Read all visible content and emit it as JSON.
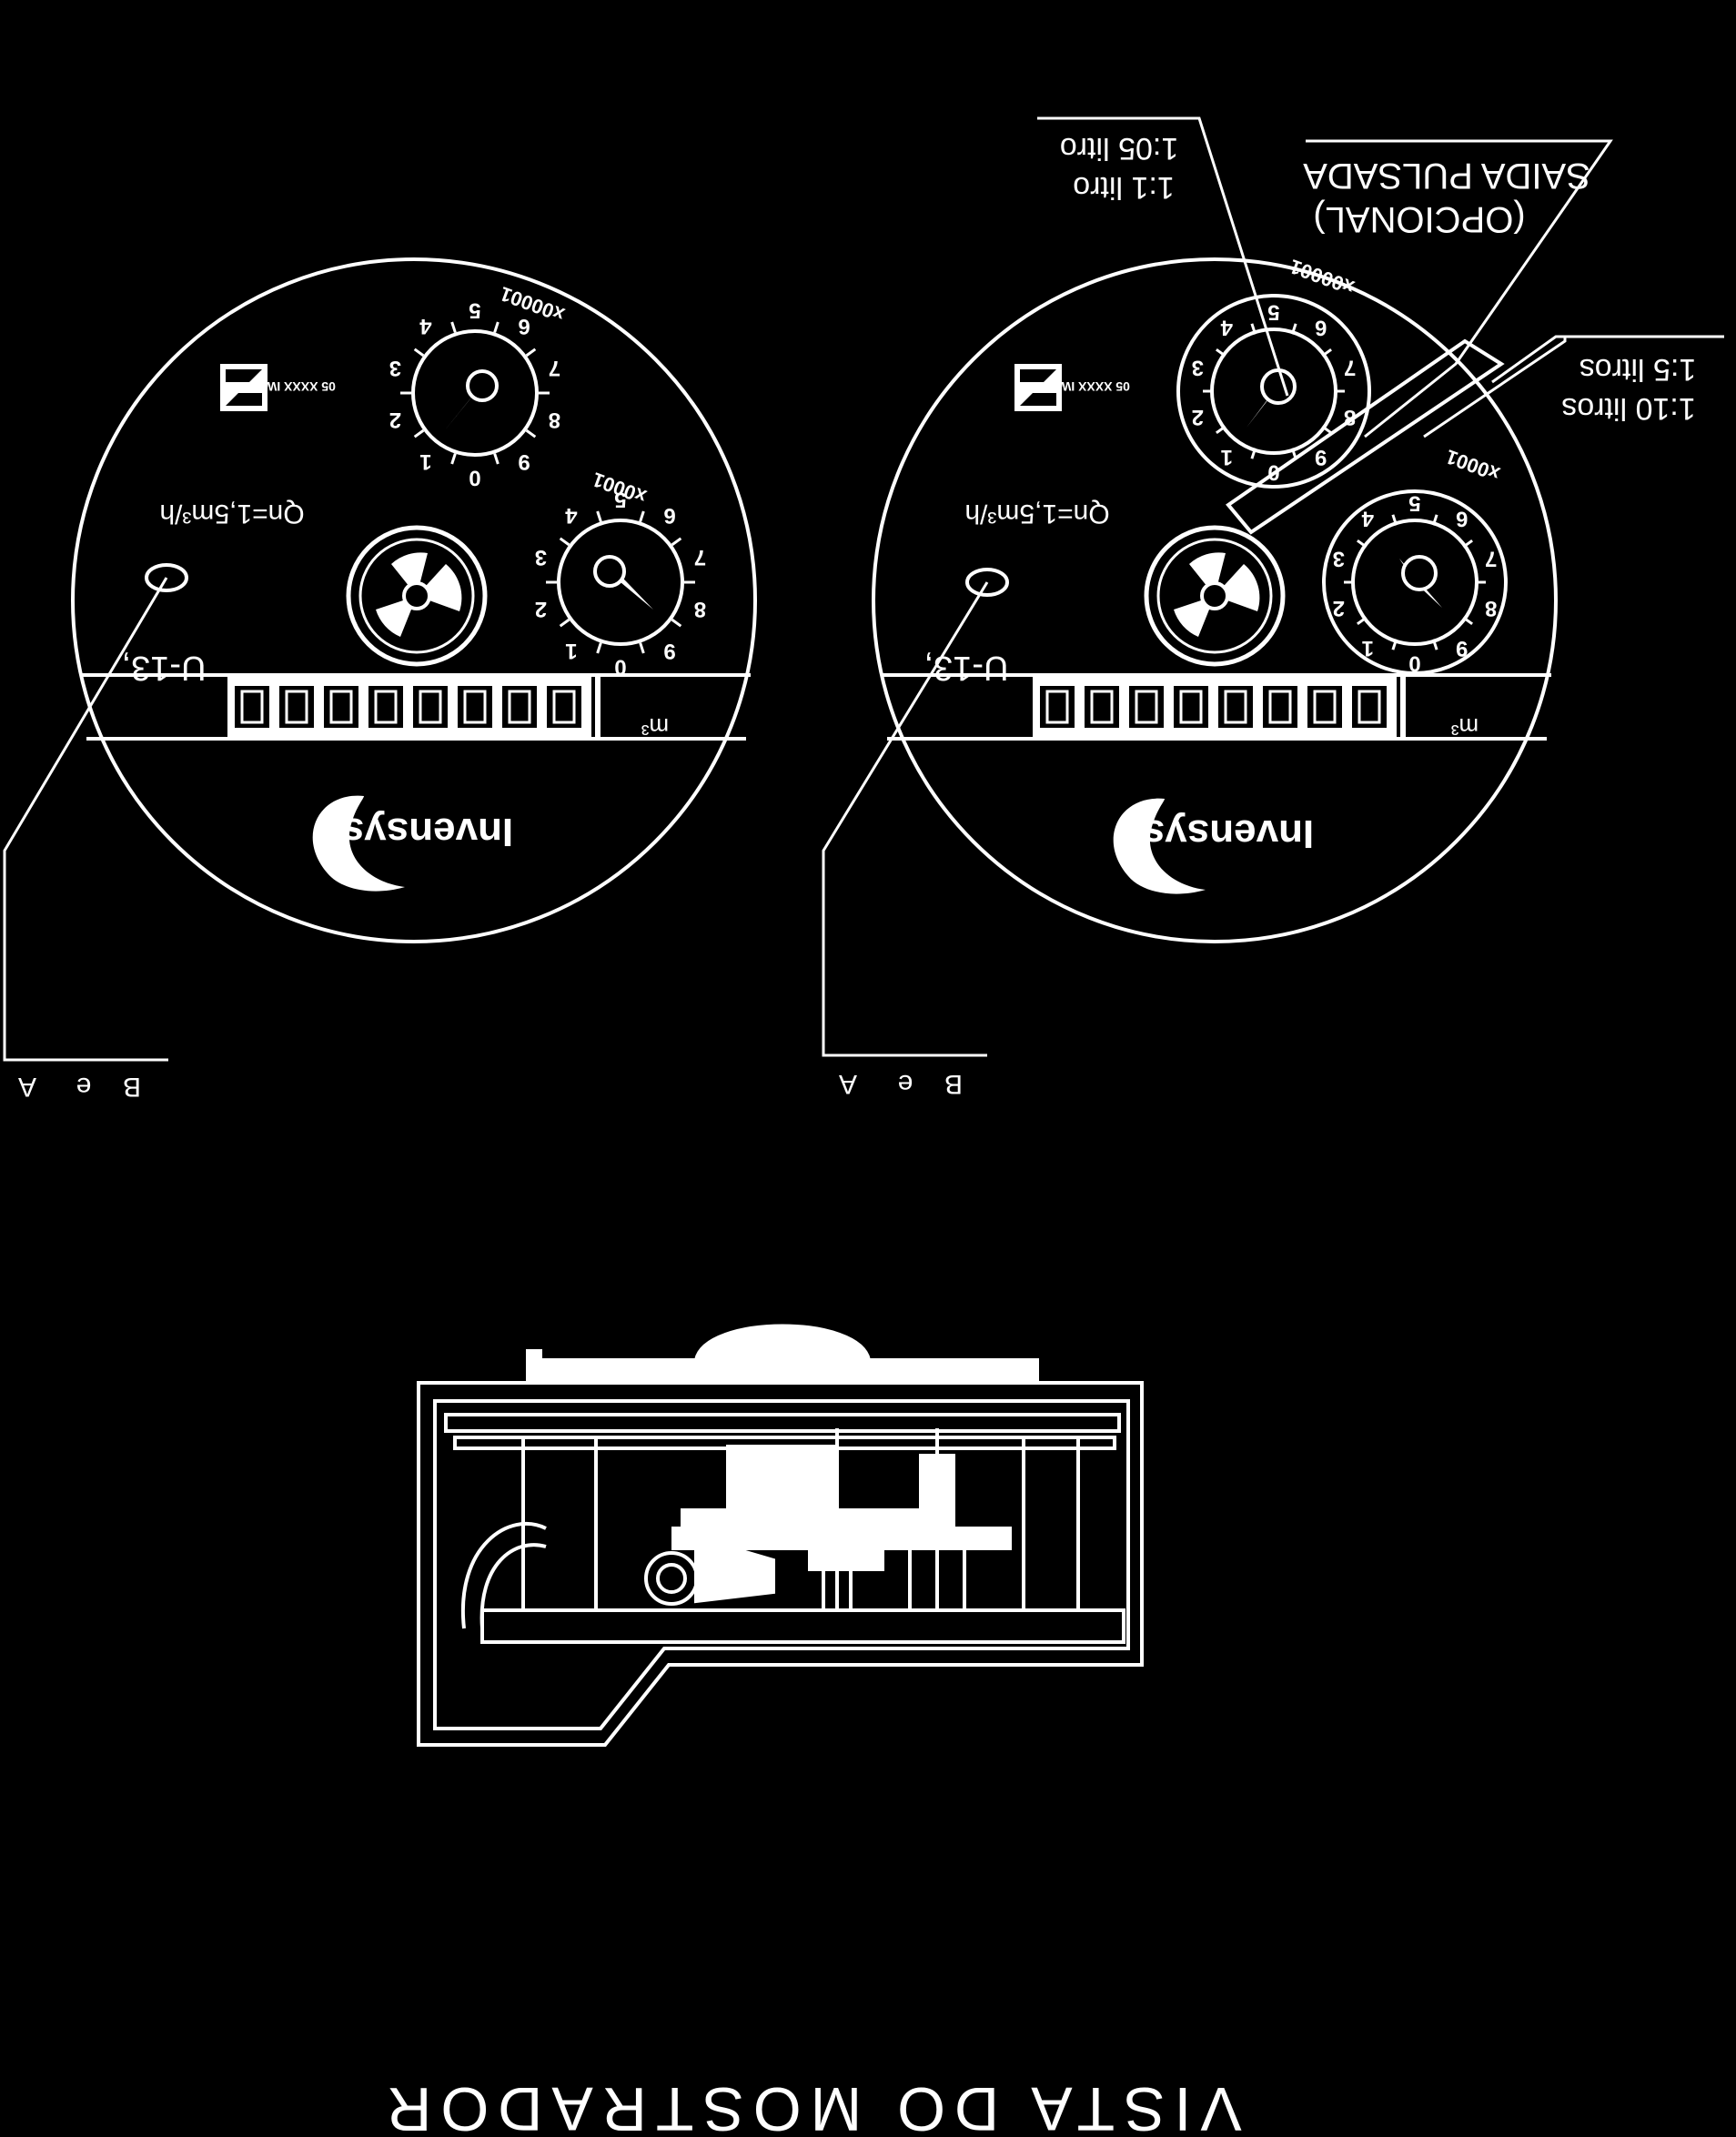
{
  "page": {
    "title": "VISTA DO MOSTRADOR"
  },
  "left_dial": {
    "brand": "Invensys",
    "model": "U-13,",
    "flow_rate": "Qn=1,5m³/h",
    "unit": "m³",
    "maker_code": "05 XXXX IW",
    "dial_x0001_label": "x0001",
    "dial_x00001_label": "x00001",
    "wiring_label_a": "A",
    "wiring_label_e": "e",
    "wiring_label_b": "B"
  },
  "right_dial": {
    "brand": "Invensys",
    "model": "U-13,",
    "flow_rate": "Qn=1,5m³/h",
    "unit": "m³",
    "maker_code": "05 XXXX IW",
    "dial_x0001_label": "x0001",
    "dial_x00001_label": "x00001",
    "wiring_label_a": "A",
    "wiring_label_e": "e",
    "wiring_label_b": "B"
  },
  "callouts": {
    "pulse_output_title": "SAIDA PULSADA",
    "pulse_output_optional": "(OPCIONAL)",
    "ratio_1_05": "1:05 litro",
    "ratio_1_1": "1:1 litro",
    "ratio_1_5": "1:5 litros",
    "ratio_1_10": "1:10 litros"
  },
  "dial_digits": [
    "0",
    "1",
    "2",
    "3",
    "4",
    "5",
    "6",
    "7",
    "8",
    "9"
  ],
  "colors": {
    "background": "#000000",
    "line": "#ffffff"
  }
}
